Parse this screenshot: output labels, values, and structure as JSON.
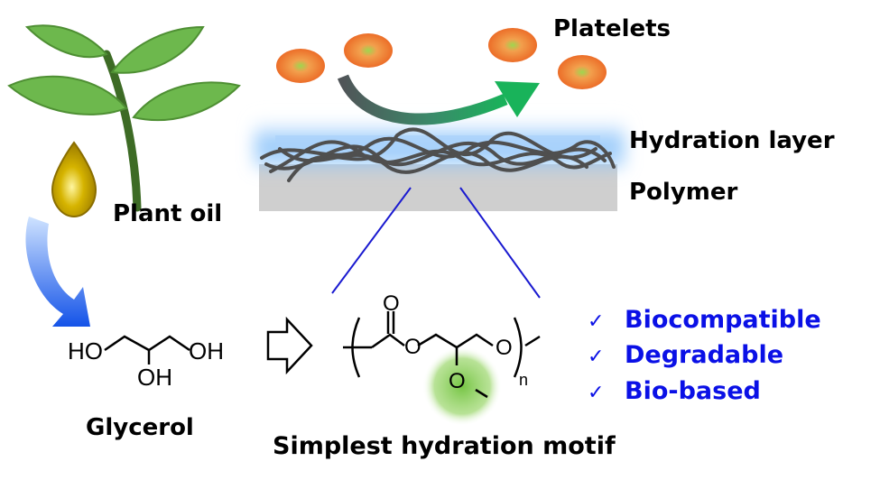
{
  "labels": {
    "platelets": "Platelets",
    "hydration_layer": "Hydration layer",
    "polymer": "Polymer",
    "plant_oil": "Plant oil",
    "glycerol": "Glycerol",
    "motif": "Simplest hydration motif"
  },
  "properties": [
    {
      "check": "✓",
      "text": "Biocompatible"
    },
    {
      "check": "✓",
      "text": "Degradable"
    },
    {
      "check": "✓",
      "text": "Bio-based"
    }
  ],
  "glycerol": {
    "ho_left": "HO",
    "oh_right": "OH",
    "oh_bottom": "OH"
  },
  "polymer_structure": {
    "carbonyl_o": "O",
    "ester_o": "O",
    "ether_o": "O",
    "side_o": "O",
    "subscript": "n"
  },
  "colors": {
    "property_text": "#0a10e6",
    "platelet": "#f07a3a",
    "platelet_core": "#8fd14f",
    "leaf": "#5aa542",
    "oil_drop": "#c9a500",
    "zoom_lines": "#1a1ad0",
    "hydration": "#7ab8f5",
    "polymer_film": "#cfcfcf",
    "chain": "#505050",
    "motif_glow": "#7ac943"
  }
}
